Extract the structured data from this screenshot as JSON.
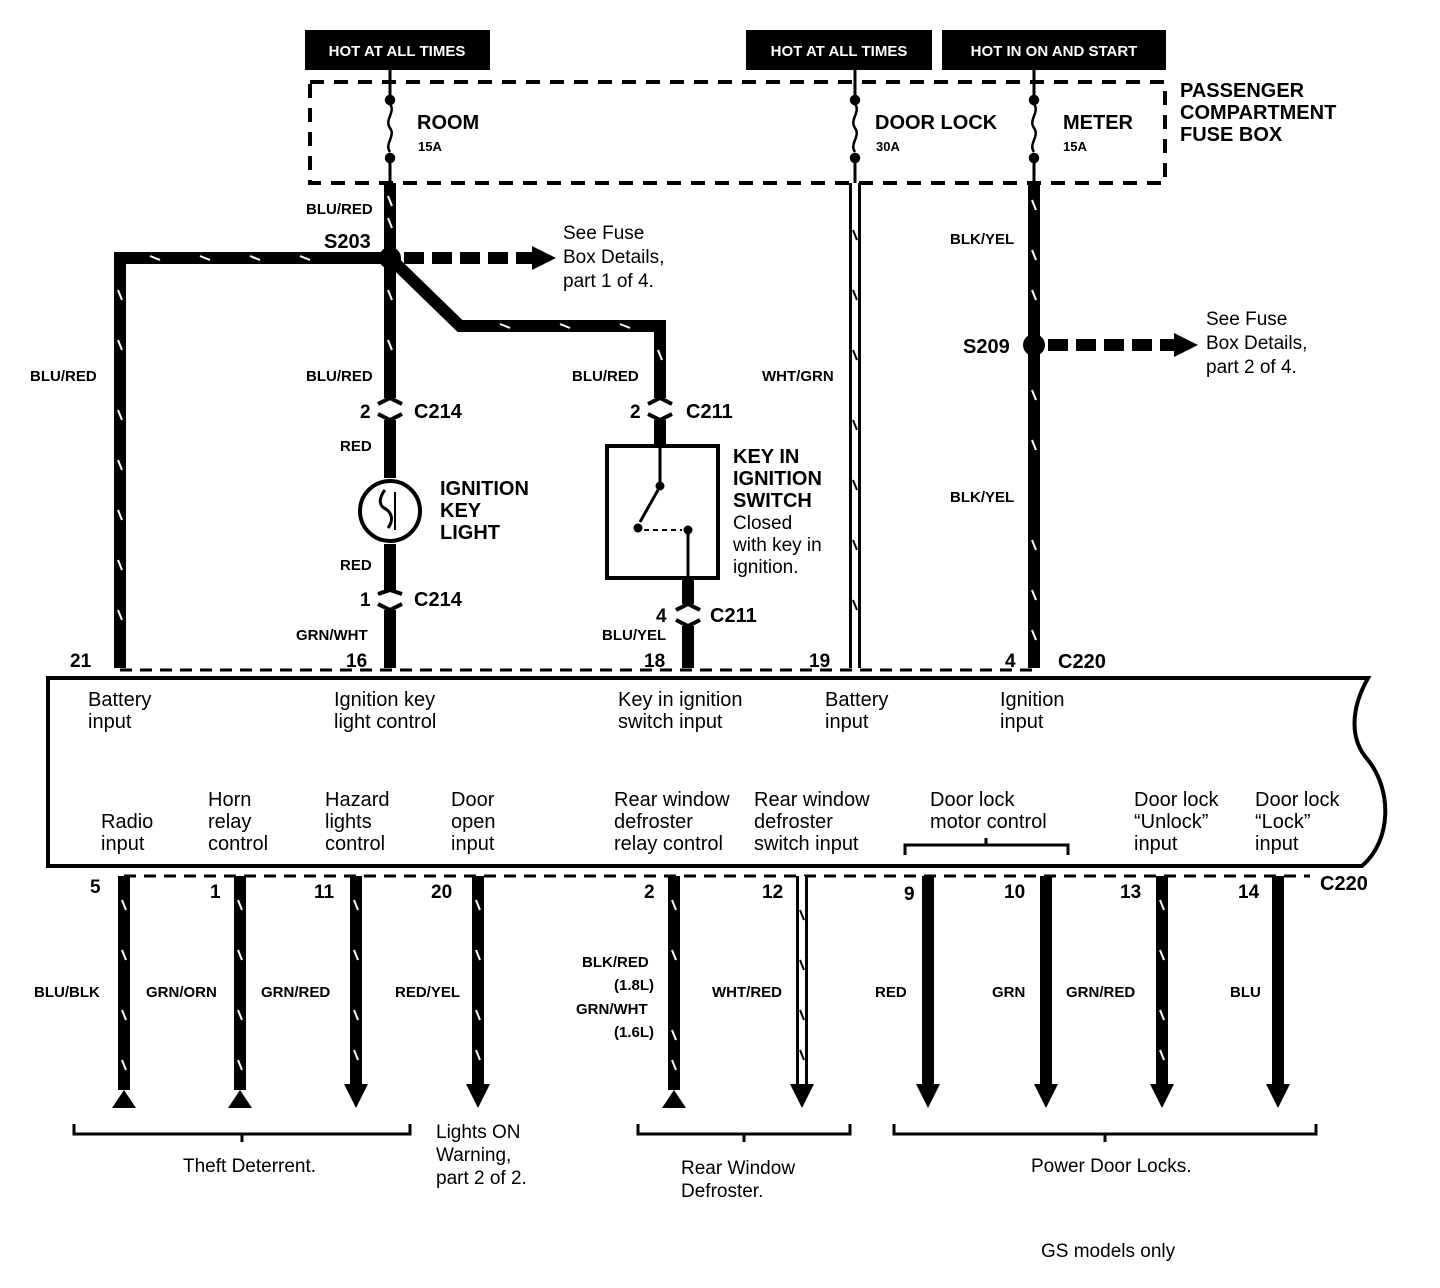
{
  "headers": {
    "hot_room": "HOT AT ALL TIMES",
    "hot_door_lock": "HOT AT ALL TIMES",
    "hot_meter": "HOT IN ON AND START"
  },
  "fuse_box": {
    "title": [
      "PASSENGER",
      "COMPARTMENT",
      "FUSE BOX"
    ],
    "room": {
      "name": "ROOM",
      "rating": "15A"
    },
    "door_lock": {
      "name": "DOOR LOCK",
      "rating": "30A"
    },
    "meter": {
      "name": "METER",
      "rating": "15A"
    }
  },
  "splices": {
    "s203": "S203",
    "s209": "S209",
    "s203_note": [
      "See Fuse",
      "Box Details,",
      "part 1 of 4."
    ],
    "s209_note": [
      "See Fuse",
      "Box Details,",
      "part 2 of 4."
    ]
  },
  "wires": {
    "blu_red": "BLU/RED",
    "red": "RED",
    "grn_wht": "GRN/WHT",
    "blu_yel": "BLU/YEL",
    "wht_grn": "WHT/GRN",
    "blk_yel": "BLK/YEL",
    "blu_blk": "BLU/BLK",
    "grn_orn": "GRN/ORN",
    "grn_red": "GRN/RED",
    "red_yel": "RED/YEL",
    "blk_red": "BLK/RED",
    "l18": "(1.8L)",
    "l16": "(1.6L)",
    "wht_red": "WHT/RED",
    "grn": "GRN",
    "blu": "BLU"
  },
  "connectors": {
    "c214": "C214",
    "c211": "C211",
    "c220": "C220",
    "pin2": "2",
    "pin1": "1",
    "pin4": "4"
  },
  "components": {
    "ignition_key_light": [
      "IGNITION",
      "KEY",
      "LIGHT"
    ],
    "key_switch_title": [
      "KEY IN",
      "IGNITION",
      "SWITCH"
    ],
    "key_switch_desc": [
      "Closed",
      "with key in",
      "ignition."
    ]
  },
  "top_pins": [
    "21",
    "16",
    "18",
    "19",
    "4"
  ],
  "top_inputs": [
    [
      "Battery",
      "input"
    ],
    [
      "Ignition key",
      "light control"
    ],
    [
      "Key in ignition",
      "switch input"
    ],
    [
      "Battery",
      "input"
    ],
    [
      "Ignition",
      "input"
    ]
  ],
  "bottom_pins": [
    "5",
    "1",
    "11",
    "20",
    "2",
    "12",
    "9",
    "10",
    "13",
    "14"
  ],
  "bottom_inputs": {
    "radio": [
      "Radio",
      "input"
    ],
    "horn": [
      "Horn",
      "relay",
      "control"
    ],
    "hazard": [
      "Hazard",
      "lights",
      "control"
    ],
    "door_open": [
      "Door",
      "open",
      "input"
    ],
    "rear_relay": [
      "Rear window",
      "defroster",
      "relay control"
    ],
    "rear_switch": [
      "Rear window",
      "defroster",
      "switch input"
    ],
    "motor": [
      "Door lock",
      "motor control"
    ],
    "unlock": [
      "Door lock",
      "“Unlock”",
      "input"
    ],
    "lock": [
      "Door lock",
      "“Lock”",
      "input"
    ]
  },
  "groups": {
    "theft": "Theft Deterrent.",
    "lights_on": [
      "Lights ON",
      "Warning,",
      "part 2 of 2."
    ],
    "rear_defroster": [
      "Rear Window",
      "Defroster."
    ],
    "power_locks": "Power Door Locks."
  },
  "footnote": "GS models only"
}
